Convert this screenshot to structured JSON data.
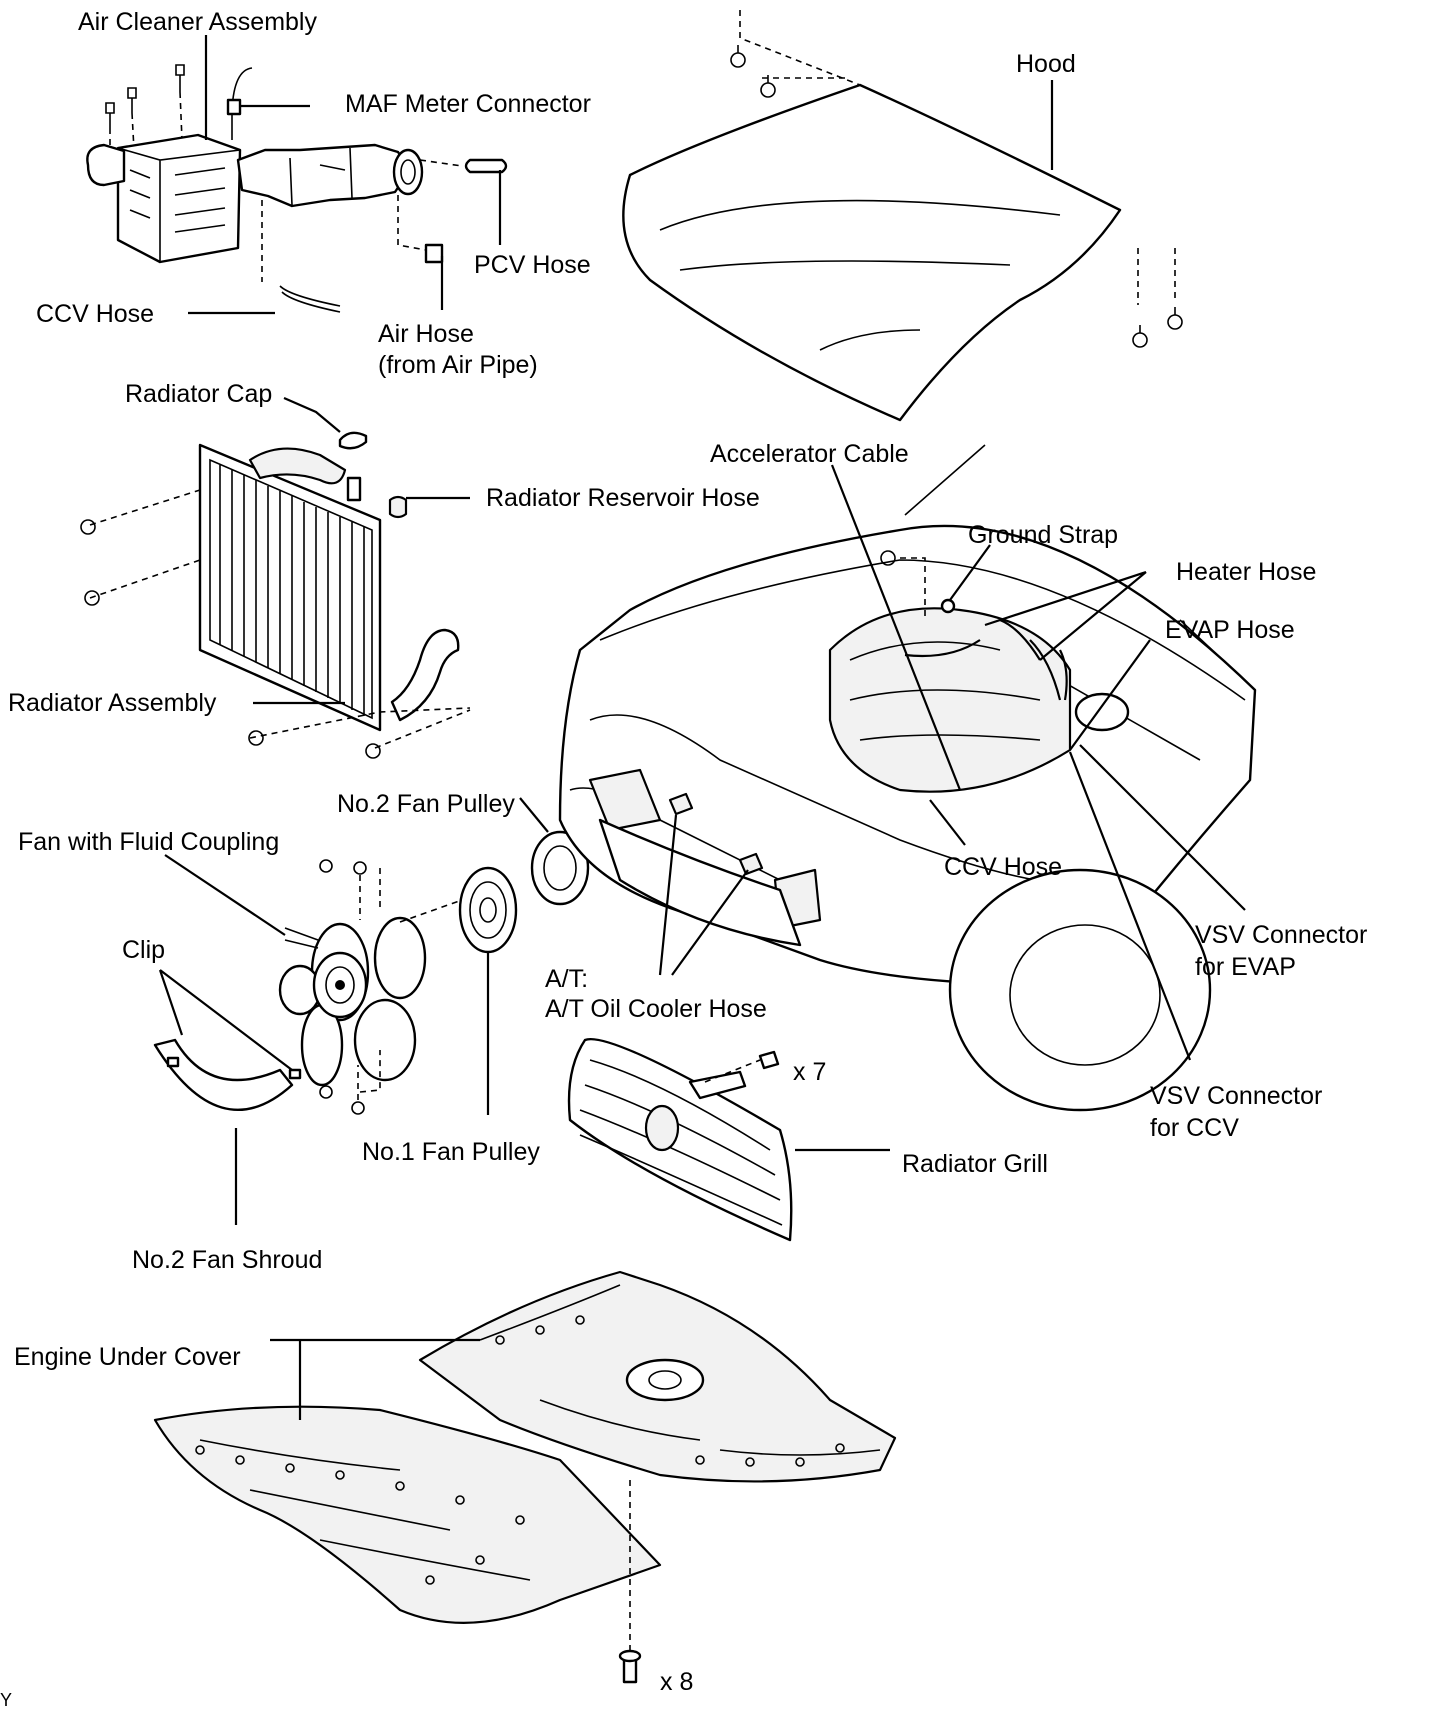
{
  "labels": {
    "air_cleaner_assembly": "Air Cleaner Assembly",
    "maf_meter_connector": "MAF Meter Connector",
    "pcv_hose": "PCV Hose",
    "ccv_hose_top": "CCV Hose",
    "air_hose_line1": "Air Hose",
    "air_hose_line2": "(from Air Pipe)",
    "hood": "Hood",
    "radiator_cap": "Radiator Cap",
    "radiator_reservoir_hose": "Radiator Reservoir Hose",
    "radiator_assembly": "Radiator Assembly",
    "accelerator_cable": "Accelerator Cable",
    "ground_strap": "Ground Strap",
    "heater_hose": "Heater Hose",
    "evap_hose": "EVAP Hose",
    "no2_fan_pulley": "No.2 Fan Pulley",
    "fan_with_fluid_coupling": "Fan with Fluid Coupling",
    "clip": "Clip",
    "ccv_hose_engine": "CCV Hose",
    "vsv_evap_line1": "VSV Connector",
    "vsv_evap_line2": "for EVAP",
    "at_line1": "A/T:",
    "at_line2": "A/T Oil Cooler Hose",
    "clip_count": "x 7",
    "vsv_ccv_line1": "VSV Connector",
    "vsv_ccv_line2": "for CCV",
    "no1_fan_pulley": "No.1 Fan Pulley",
    "radiator_grill": "Radiator Grill",
    "no2_fan_shroud": "No.2 Fan Shroud",
    "engine_under_cover": "Engine Under Cover",
    "bolt_count": "x 8",
    "corner_mark": "Y"
  }
}
